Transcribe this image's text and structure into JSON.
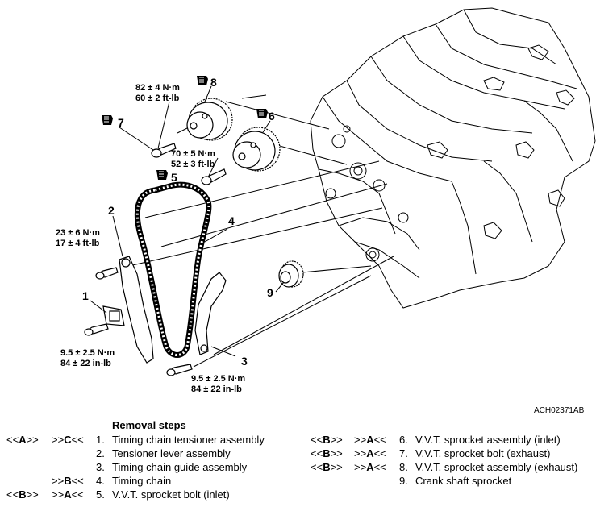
{
  "figure_code": "ACH02371AB",
  "callouts": [
    "1",
    "2",
    "3",
    "4",
    "5",
    "6",
    "7",
    "8",
    "9"
  ],
  "torques": {
    "t1": {
      "nm": "82 ± 4 N·m",
      "ft": "60 ± 2 ft-lb"
    },
    "t2": {
      "nm": "70 ± 5 N·m",
      "ft": "52 ± 3 ft-lb"
    },
    "t3": {
      "nm": "23 ± 6 N·m",
      "ft": "17 ± 4 ft-lb"
    },
    "t4": {
      "nm": "9.5 ± 2.5 N·m",
      "ft": "84 ± 22 in-lb"
    },
    "t5": {
      "nm": "9.5 ± 2.5 N·m",
      "ft": "84 ± 22 in-lb"
    }
  },
  "removal": {
    "heading": "Removal steps",
    "left": [
      {
        "m1o": "<<",
        "m1b": "A",
        "m1c": ">>",
        "m2o": ">>",
        "m2b": "C",
        "m2c": "<<",
        "num": "1.",
        "text": "Timing chain tensioner assembly"
      },
      {
        "m1o": "",
        "m1b": "",
        "m1c": "",
        "m2o": "",
        "m2b": "",
        "m2c": "",
        "num": "2.",
        "text": "Tensioner lever assembly"
      },
      {
        "m1o": "",
        "m1b": "",
        "m1c": "",
        "m2o": "",
        "m2b": "",
        "m2c": "",
        "num": "3.",
        "text": "Timing chain guide assembly"
      },
      {
        "m1o": "",
        "m1b": "",
        "m1c": "",
        "m2o": ">>",
        "m2b": "B",
        "m2c": "<<",
        "num": "4.",
        "text": "Timing chain"
      },
      {
        "m1o": "<<",
        "m1b": "B",
        "m1c": ">>",
        "m2o": ">>",
        "m2b": "A",
        "m2c": "<<",
        "num": "5.",
        "text": "V.V.T. sprocket bolt (inlet)"
      }
    ],
    "right": [
      {
        "m1o": "<<",
        "m1b": "B",
        "m1c": ">>",
        "m2o": ">>",
        "m2b": "A",
        "m2c": "<<",
        "num": "6.",
        "text": "V.V.T. sprocket assembly (inlet)"
      },
      {
        "m1o": "<<",
        "m1b": "B",
        "m1c": ">>",
        "m2o": ">>",
        "m2b": "A",
        "m2c": "<<",
        "num": "7.",
        "text": "V.V.T. sprocket bolt (exhaust)"
      },
      {
        "m1o": "<<",
        "m1b": "B",
        "m1c": ">>",
        "m2o": ">>",
        "m2b": "A",
        "m2c": "<<",
        "num": "8.",
        "text": "V.V.T. sprocket assembly (exhaust)"
      },
      {
        "m1o": "",
        "m1b": "",
        "m1c": "",
        "m2o": "",
        "m2b": "",
        "m2c": "",
        "num": "9.",
        "text": "Crank shaft sprocket"
      }
    ]
  }
}
